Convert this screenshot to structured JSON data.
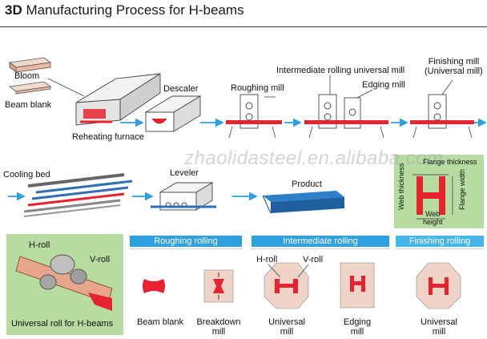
{
  "title": {
    "num": "3D",
    "text": "Manufacturing Process for H-beams"
  },
  "watermark": "zhaolidasteel.en.alibaba.com",
  "top_row": {
    "bloom": "Bloom",
    "beam_blank": "Beam blank",
    "reheating_furnace": "Reheating furnace",
    "descaler": "Descaler",
    "roughing_mill": "Roughing mill",
    "intermediate_mill": "Intermediate rolling universal mill",
    "edging_mill": "Edging mill",
    "finishing_mill_1": "Finishing mill",
    "finishing_mill_2": "(Universal mill)"
  },
  "middle_row": {
    "cooling_bed": "Cooling bed",
    "leveler": "Leveler",
    "product": "Product"
  },
  "dimensions": {
    "flange_thickness": "Flange thickness",
    "web_thickness": "Web thickness",
    "flange_width": "Flange width",
    "web_height_1": "Web",
    "web_height_2": "height"
  },
  "bottom": {
    "h_roll": "H-roll",
    "v_roll": "V-roll",
    "universal_roll_caption": "Universal roll for H-beams",
    "roughing_rolling": "Roughing rolling",
    "intermediate_rolling": "Intermediate rolling",
    "finishing_rolling": "Finishing rolling",
    "beam_blank": "Beam blank",
    "breakdown_1": "Breakdown",
    "breakdown_2": "mill",
    "h_roll_2": "H-roll",
    "v_roll_2": "V-roll",
    "universal_1": "Universal",
    "universal_2": "mill",
    "edging_1": "Edging",
    "edging_2": "mill",
    "universal_3": "Universal",
    "universal_4": "mill"
  },
  "colors": {
    "red": "#e8232f",
    "blue": "#2e9fe0",
    "green": "#b7dca2",
    "steel": "#f3e0d6"
  }
}
